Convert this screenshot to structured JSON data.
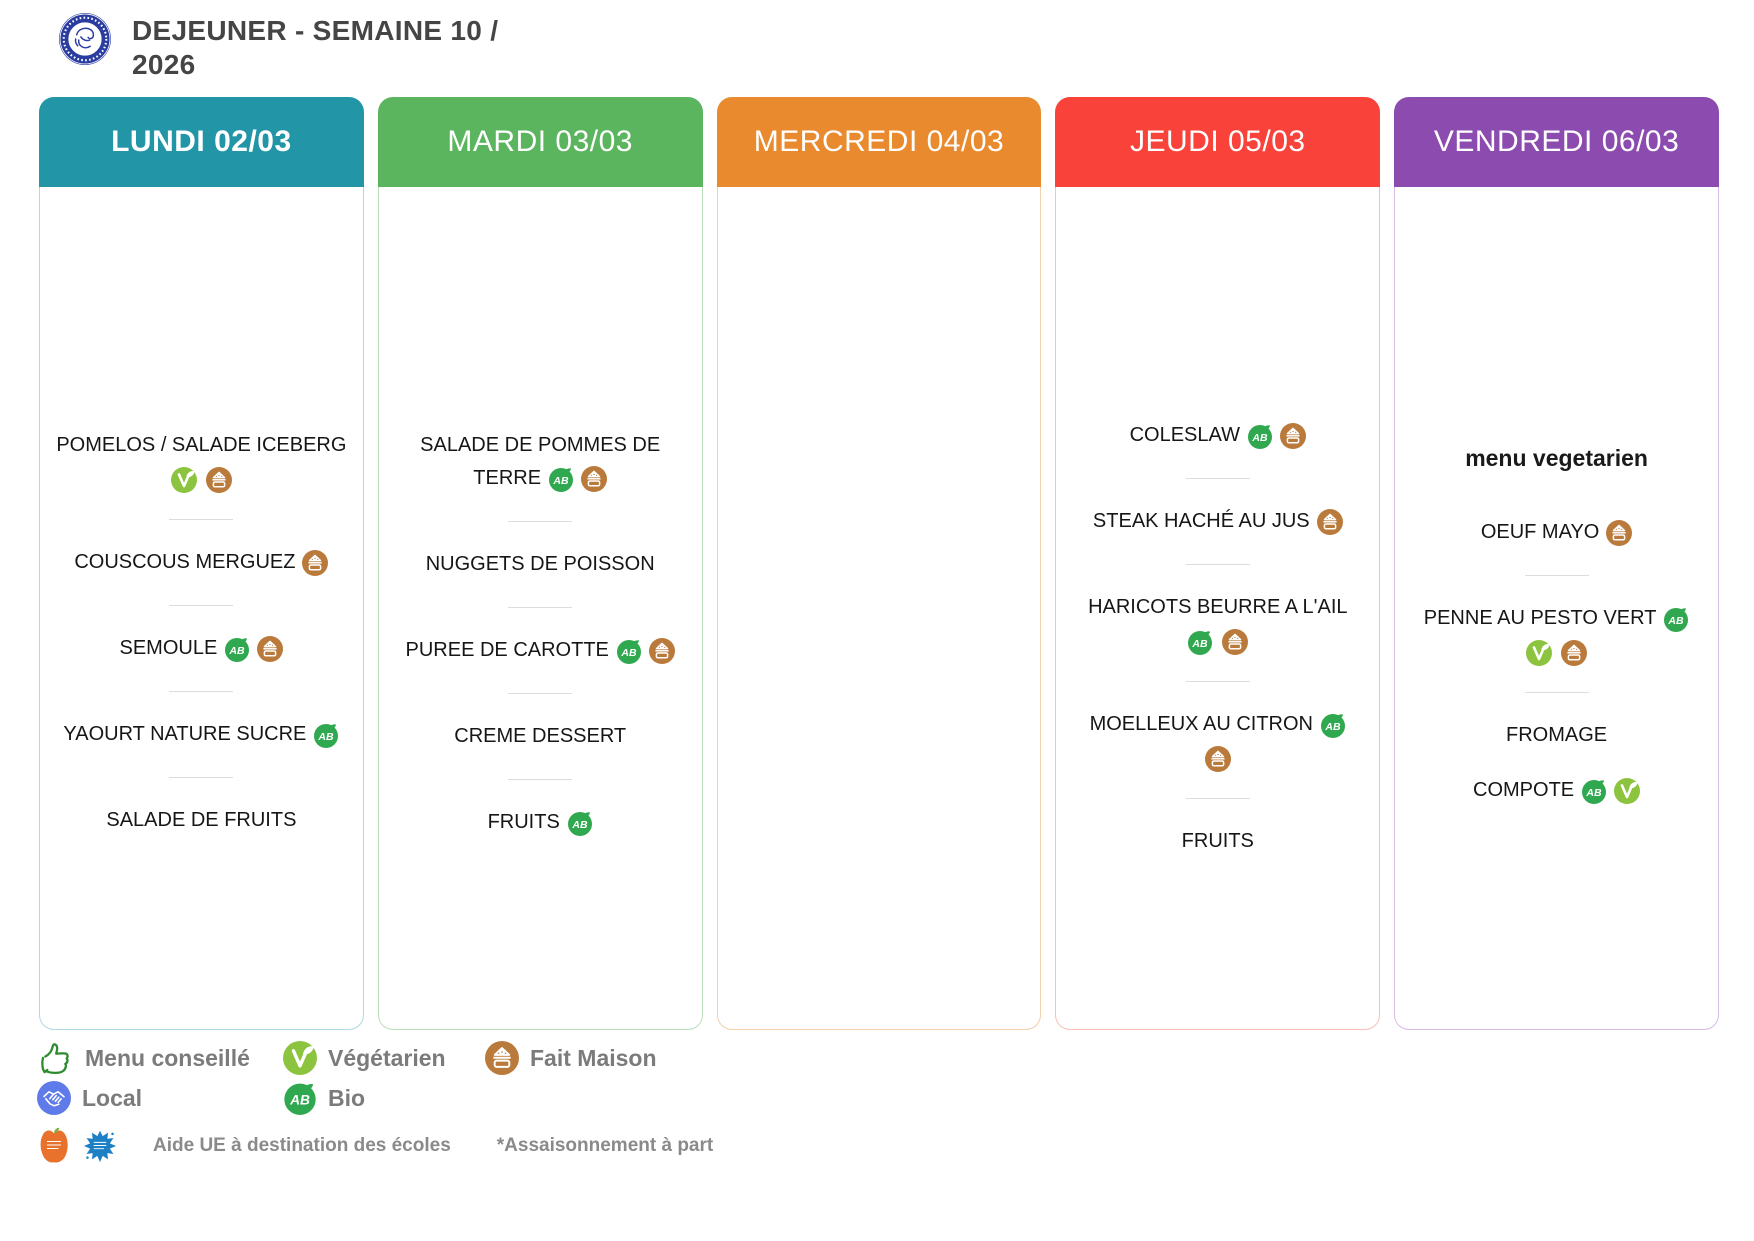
{
  "header": {
    "title": "DEJEUNER - SEMAINE 10 / 2026",
    "logo_name": "college-logo"
  },
  "colors": {
    "bio": "#2FA84F",
    "vegetarien": "#8CC43F",
    "fait_maison": "#BA7A3B",
    "local": "#5F7BE9",
    "menu_conseille": "#2E8B2E",
    "fruits_ecole": "#E8712B",
    "lait_ecole": "#1D7FC4",
    "title_text": "#454545",
    "legend_text": "#7B7B7B"
  },
  "columns": [
    {
      "label": "LUNDI 02/03",
      "bold": true,
      "color": "#2296A6",
      "border": "#AEDAE0",
      "note": null,
      "items": [
        {
          "text": "POMELOS / SALADE ICEBERG",
          "icons": [],
          "icons_below": [
            "vegetarien",
            "fait-maison"
          ]
        },
        {
          "text": "COUSCOUS MERGUEZ",
          "icons": [
            "fait-maison"
          ],
          "icons_below": []
        },
        {
          "text": "SEMOULE",
          "icons": [
            "bio",
            "fait-maison"
          ],
          "icons_below": []
        },
        {
          "text": "YAOURT NATURE SUCRE",
          "icons": [
            "bio"
          ],
          "icons_below": []
        },
        {
          "text": "SALADE DE FRUITS",
          "icons": [],
          "icons_below": []
        }
      ]
    },
    {
      "label": "MARDI 03/03",
      "bold": false,
      "color": "#5BB55E",
      "border": "#BCDFBD",
      "note": null,
      "items": [
        {
          "text": "SALADE DE POMMES DE TERRE",
          "icons": [
            "bio",
            "fait-maison"
          ],
          "icons_below": []
        },
        {
          "text": "NUGGETS DE POISSON",
          "icons": [],
          "icons_below": []
        },
        {
          "text": "PUREE DE CAROTTE",
          "icons": [
            "bio",
            "fait-maison"
          ],
          "icons_below": []
        },
        {
          "text": "CREME DESSERT",
          "icons": [],
          "icons_below": []
        },
        {
          "text": "FRUITS",
          "icons": [
            "bio"
          ],
          "icons_below": []
        }
      ]
    },
    {
      "label": "MERCREDI 04/03",
      "bold": false,
      "color": "#E88A2D",
      "border": "#F3D0AC",
      "note": null,
      "items": []
    },
    {
      "label": "JEUDI 05/03",
      "bold": false,
      "color": "#F9423A",
      "border": "#F8C0B8",
      "note": null,
      "items": [
        {
          "text": "COLESLAW",
          "icons": [
            "bio",
            "fait-maison"
          ],
          "icons_below": []
        },
        {
          "text": "STEAK HACHÉ AU JUS",
          "icons": [
            "fait-maison"
          ],
          "icons_below": []
        },
        {
          "text": "HARICOTS BEURRE A L'AIL",
          "icons": [],
          "icons_below": [
            "bio",
            "fait-maison"
          ]
        },
        {
          "text": "MOELLEUX AU CITRON",
          "icons": [
            "bio"
          ],
          "icons_below": [
            "fait-maison"
          ]
        },
        {
          "text": "FRUITS",
          "icons": [],
          "icons_below": []
        }
      ]
    },
    {
      "label": "VENDREDI 06/03",
      "bold": false,
      "color": "#8C4CAF",
      "border": "#D9BCE8",
      "note": "menu vegetarien",
      "items": [
        {
          "text": "OEUF MAYO",
          "icons": [
            "fait-maison"
          ],
          "icons_below": []
        },
        {
          "text": "PENNE AU PESTO VERT",
          "icons": [
            "bio"
          ],
          "icons_below": [
            "vegetarien",
            "fait-maison"
          ]
        },
        {
          "text": "FROMAGE",
          "icons": [],
          "icons_below": [],
          "divider_after": false
        },
        {
          "text": "COMPOTE",
          "icons": [
            "bio",
            "vegetarien"
          ],
          "icons_below": []
        }
      ]
    }
  ],
  "legend": {
    "menu_conseille": "Menu conseillé",
    "vegetarien": "Végétarien",
    "fait_maison": "Fait Maison",
    "local": "Local",
    "bio": "Bio",
    "aide_ue": "Aide UE à destination des écoles",
    "assaisonnement": "*Assaisonnement à part"
  }
}
